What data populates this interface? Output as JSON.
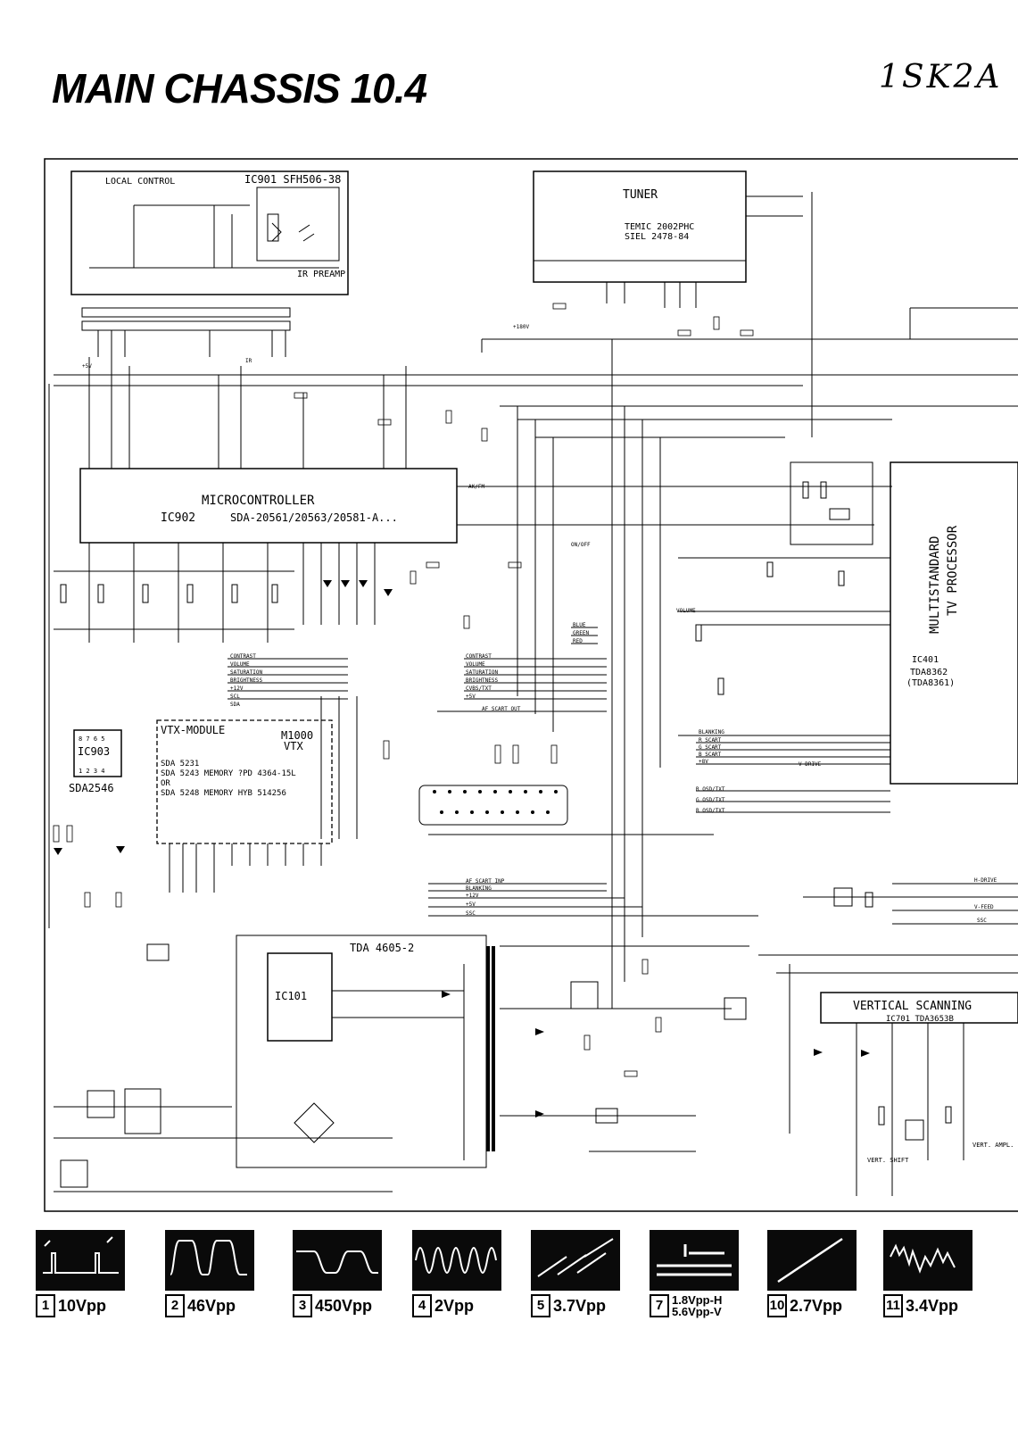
{
  "header": {
    "title": "MAIN CHASSIS 10.4",
    "handwritten_code": "1SK2A"
  },
  "blocks": {
    "local_control": {
      "label": "LOCAL CONTROL",
      "ic": "IC901 SFH506-38",
      "ir": "IR PREAMP"
    },
    "tuner": {
      "label": "TUNER",
      "model_1": "TEMIC 2002PHC",
      "model_2": "SIEL 2478-84"
    },
    "micro": {
      "label": "MICROCONTROLLER",
      "ic": "IC902",
      "part": "SDA-20561/20563/20581-A..."
    },
    "ic903": {
      "ic": "IC903",
      "part": "SDA2546"
    },
    "vtx": {
      "label": "VTX-MODULE",
      "code": "M1000",
      "sub": "VTX",
      "line1": "SDA 5231",
      "line2": "SDA 5243 MEMORY ?PD 4364-15L",
      "line3": "OR",
      "line4": "SDA 5248 MEMORY HYB 514256"
    },
    "tv_processor": {
      "label_1": "MULTISTANDARD",
      "label_2": "TV PROCESSOR",
      "ic": "IC401",
      "part": "TDA8362",
      "alt": "(TDA8361)"
    },
    "power": {
      "label": "TDA 4605-2",
      "ic": "IC101"
    },
    "vertical": {
      "label": "VERTICAL SCANNING",
      "ic": "IC701 TDA3653B"
    }
  },
  "signals": {
    "contrast": "CONTRAST",
    "volume": "VOLUME",
    "saturation": "SATURATION",
    "brightness": "BRIGHTNESS",
    "blue": "BLUE",
    "green": "GREEN",
    "red": "RED",
    "cvbs_txt": "CVBS/TXT",
    "af_scart_out": "AF SCART OUT",
    "af_scart_inp": "AF SCART INP",
    "blanking": "BLANKING",
    "r_scart": "R SCART",
    "g_scart": "G SCART",
    "b_scart": "B SCART",
    "r_osd": "R OSD/TXT",
    "g_osd": "G OSD/TXT",
    "b_osd": "B OSD/TXT",
    "v_drive": "V-DRIVE",
    "h_drive": "H-DRIVE",
    "v_feed": "V-FEED",
    "ssc": "SSC",
    "on_off": "ON/OFF",
    "afc": "AK/FM",
    "scl": "SCL",
    "sda": "SDA",
    "ir": "IR",
    "plus5v": "+5V",
    "plus8v": "+8V",
    "plus12v": "+12V",
    "plus180v": "+180V",
    "vert_shift": "VERT. SHIFT",
    "vert_ampl": "VERT. AMPL."
  },
  "waveforms": [
    {
      "num": "1",
      "value": "10Vpp",
      "shape": "pulse"
    },
    {
      "num": "2",
      "value": "46Vpp",
      "shape": "square"
    },
    {
      "num": "3",
      "value": "450Vpp",
      "shape": "flyback"
    },
    {
      "num": "4",
      "value": "2Vpp",
      "shape": "sine"
    },
    {
      "num": "5",
      "value": "3.7Vpp",
      "shape": "saw"
    },
    {
      "num": "7",
      "value": "1.8Vpp-H",
      "value2": "5.6Vpp-V",
      "shape": "bars"
    },
    {
      "num": "10",
      "value": "2.7Vpp",
      "shape": "ramp"
    },
    {
      "num": "11",
      "value": "3.4Vpp",
      "shape": "noisy"
    }
  ]
}
